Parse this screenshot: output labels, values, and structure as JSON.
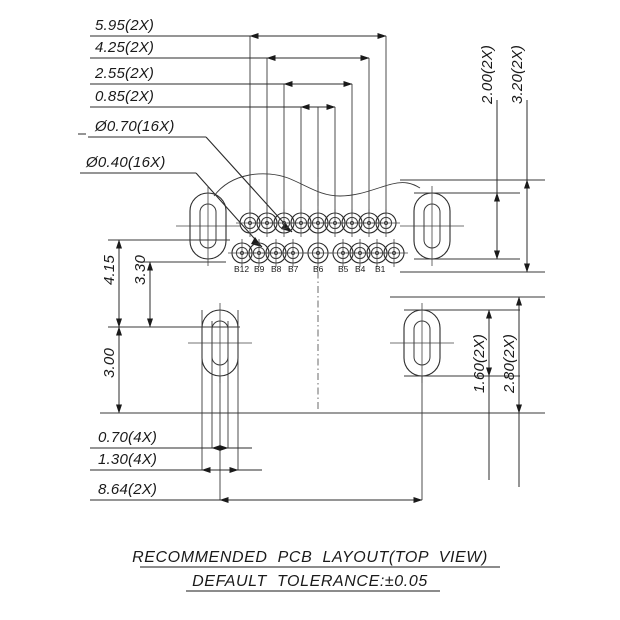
{
  "drawing": {
    "title_line1": "RECOMMENDED  PCB  LAYOUT(TOP  VIEW)",
    "title_line2": "DEFAULT  TOLERANCE:±0.05",
    "view": "TOP VIEW"
  },
  "dimensions_top": [
    {
      "id": "d595",
      "label": "5.95(2X)",
      "value": 5.95,
      "qty": "2X"
    },
    {
      "id": "d425",
      "label": "4.25(2X)",
      "value": 4.25,
      "qty": "2X"
    },
    {
      "id": "d255",
      "label": "2.55(2X)",
      "value": 2.55,
      "qty": "2X"
    },
    {
      "id": "d085",
      "label": "0.85(2X)",
      "value": 0.85,
      "qty": "2X"
    }
  ],
  "hole_callouts": [
    {
      "id": "dia070",
      "label": "Ø0.70(16X)",
      "diameter": 0.7,
      "qty": "16X"
    },
    {
      "id": "dia040",
      "label": "Ø0.40(16X)",
      "diameter": 0.4,
      "qty": "16X"
    }
  ],
  "dimensions_right_upper": [
    {
      "id": "d200",
      "label": "2.00(2X)",
      "value": 2.0,
      "qty": "2X"
    },
    {
      "id": "d320",
      "label": "3.20(2X)",
      "value": 3.2,
      "qty": "2X"
    }
  ],
  "dimensions_right_lower": [
    {
      "id": "d160",
      "label": "1.60(2X)",
      "value": 1.6,
      "qty": "2X"
    },
    {
      "id": "d280",
      "label": "2.80(2X)",
      "value": 2.8,
      "qty": "2X"
    }
  ],
  "dimensions_left": [
    {
      "id": "d415",
      "label": "4.15",
      "value": 4.15,
      "qty": ""
    },
    {
      "id": "d330",
      "label": "3.30",
      "value": 3.3,
      "qty": ""
    },
    {
      "id": "d300",
      "label": "3.00",
      "value": 3.0,
      "qty": ""
    }
  ],
  "dimensions_bottom": [
    {
      "id": "d070",
      "label": "0.70(4X)",
      "value": 0.7,
      "qty": "4X"
    },
    {
      "id": "d130",
      "label": "1.30(4X)",
      "value": 1.3,
      "qty": "4X"
    },
    {
      "id": "d864",
      "label": "8.64(2X)",
      "value": 8.64,
      "qty": "2X"
    }
  ],
  "pin_labels_bottom_row": [
    {
      "id": "p_b12",
      "label": "B12"
    },
    {
      "id": "p_b9",
      "label": "B9"
    },
    {
      "id": "p_b8",
      "label": "B8"
    },
    {
      "id": "p_b7",
      "label": "B7"
    },
    {
      "id": "p_b6",
      "label": "B6"
    },
    {
      "id": "p_b5",
      "label": "B5"
    },
    {
      "id": "p_b4",
      "label": "B4"
    },
    {
      "id": "p_b1",
      "label": "B1"
    }
  ],
  "pad_array": {
    "columns": 9,
    "rows": 2,
    "pad_outer_diameter": 0.7,
    "pad_drill_diameter": 0.4
  },
  "mounting_pads": {
    "count": 4,
    "shape": "oblong-slot"
  }
}
